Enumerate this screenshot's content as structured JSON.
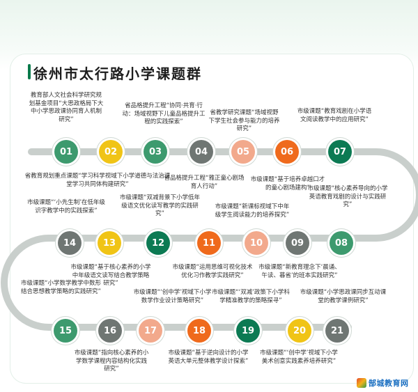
{
  "title": "徐州市太行路小学课题群",
  "colors": {
    "dark_green": "#0c7a53",
    "mid_green": "#3d9a6e",
    "yellow": "#f0c416",
    "peach": "#f2a98c",
    "orange": "#ef6a1c",
    "gray": "#6f7673",
    "track": "#c9cfcc"
  },
  "nodes": [
    {
      "num": "01",
      "label": "教育部人文社会科学研究规划基金项目“大思政格局下大中小学思政课协同育人机制研究”"
    },
    {
      "num": "02",
      "label": "省教育规划重点课题“学习科学视域下小学道德与法治课堂学习共同体构建研究”"
    },
    {
      "num": "03",
      "label": "省品格提升工程“协同·共育·行动：场域视野下儿童品格提升工程的实践探索”"
    },
    {
      "num": "04",
      "label": "省品格提升工程“雅正童心剧场育人行动”"
    },
    {
      "num": "05",
      "label": "省教学研究课题“场域视野下学生社会参与能力的培养研究”"
    },
    {
      "num": "06",
      "label": "市级课题“基于培养卓越口才的童心剧场建构”"
    },
    {
      "num": "07",
      "label": "市级课题“教育戏剧在小学语文阅读教学中的应用研究”"
    },
    {
      "num": "08",
      "label": "市级课题“核心素养导向的小学英语教育戏剧的设计与实践研究”"
    },
    {
      "num": "09",
      "label": "市级课题“新教育理念下‘晨诵、午读、暮省’的班本实践研究”"
    },
    {
      "num": "10",
      "label": "市级课题“新课标视域下中年级学生阅读能力的培养探究”"
    },
    {
      "num": "11",
      "label": "市级课题“运用思维可视化技术优化习作教学实践研究”"
    },
    {
      "num": "12",
      "label": "市级课题“双减背景下小学低年级语文优化读写教学的实践研究”"
    },
    {
      "num": "13",
      "label": "市级课题“基于核心素养的小学中年级语文读写结合教学策略研究”"
    },
    {
      "num": "14",
      "label": "市级课题“‘小先生制’在低年级识字教学中的实践探索”"
    },
    {
      "num": "15",
      "label": "市级课题“小学数学教学中数形结合思想教学策略的实践研究”"
    },
    {
      "num": "16",
      "label": "市级课题“指向核心素养的小学数学课程内容结构化实践研究”"
    },
    {
      "num": "17",
      "label": "市级课题“‘创中学’视域下小学数学作业设计策略研究”"
    },
    {
      "num": "18",
      "label": "市级课题“基于逆向设计的小学英语大单元整体教学设计探索”"
    },
    {
      "num": "19",
      "label": "市级课题“‘双减’政策下小学科学精准教学的策略探寻”"
    },
    {
      "num": "20",
      "label": "市级课题“‘创中学’视域下小学美术创意实践素养培养研究”"
    },
    {
      "num": "21",
      "label": "市级课题“小学思政课同步互动课堂的教学课例研究”"
    }
  ],
  "watermark": {
    "logo_icon": "colorful-book-icon",
    "text": "郜城教育网"
  }
}
